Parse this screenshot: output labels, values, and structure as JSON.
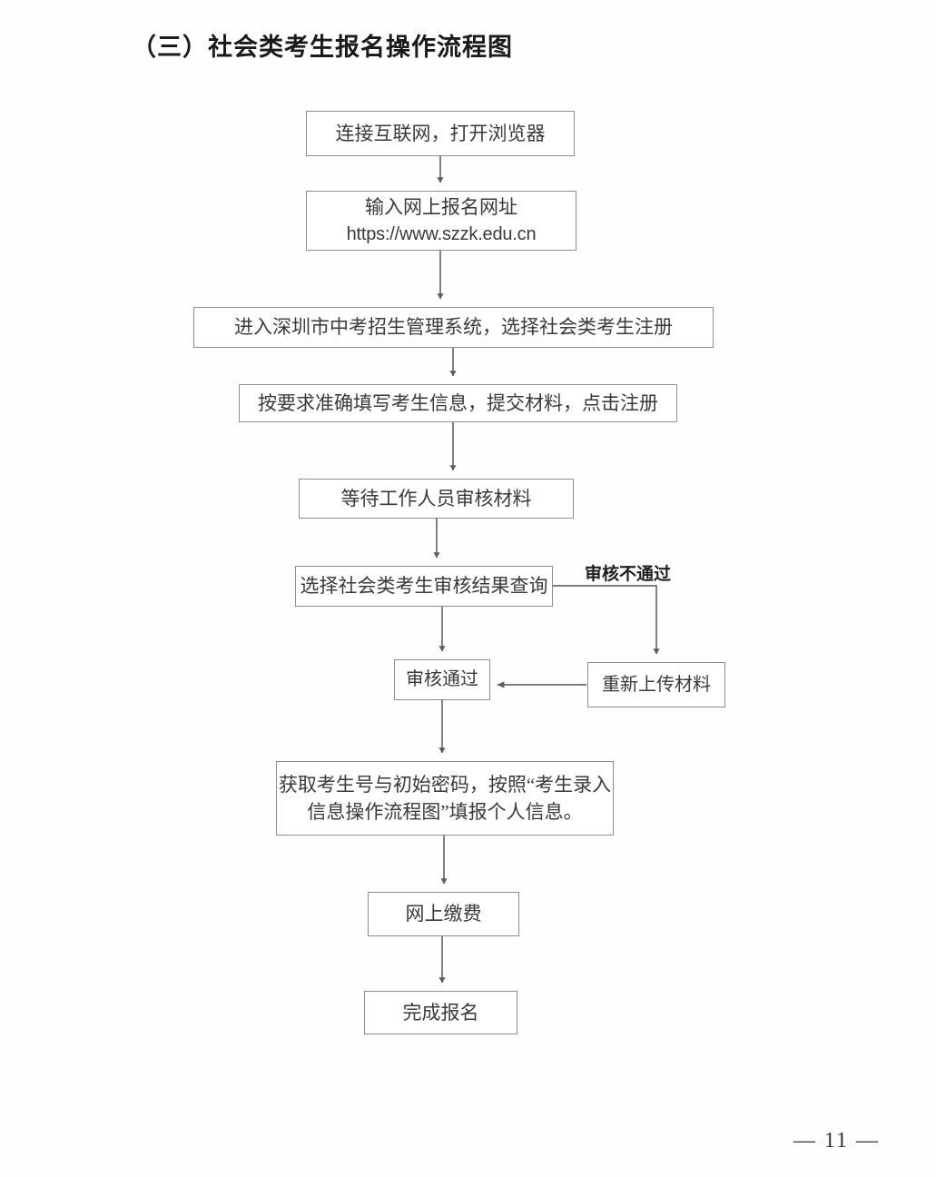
{
  "document": {
    "title": "（三）社会类考生报名操作流程图",
    "page_number": "— 11 —"
  },
  "style": {
    "box_border_color": "#8e8e8e",
    "connector_color": "#6b6b6b",
    "text_color": "#3a3a3a",
    "background": "#ffffff"
  },
  "chart_data": {
    "type": "diagram",
    "title": "（三）社会类考生报名操作流程图",
    "nodes": [
      {
        "id": "connect",
        "label": "连接互联网，打开浏览器"
      },
      {
        "id": "url",
        "label_line1": "输入网上报名网址",
        "label_line2": "https://www.szzk.edu.cn"
      },
      {
        "id": "system",
        "label": "进入深圳市中考招生管理系统，选择社会类考生注册"
      },
      {
        "id": "fillinfo",
        "label": "按要求准确填写考生信息，提交材料，点击注册"
      },
      {
        "id": "wait",
        "label": "等待工作人员审核材料"
      },
      {
        "id": "queryresult",
        "label": "选择社会类考生审核结果查询"
      },
      {
        "id": "passed",
        "label": "审核通过"
      },
      {
        "id": "reupload",
        "label": "重新上传材料"
      },
      {
        "id": "getaccount",
        "label_line1": "获取考生号与初始密码，按照“考生录入",
        "label_line2": "信息操作流程图”填报个人信息。"
      },
      {
        "id": "pay",
        "label": "网上缴费"
      },
      {
        "id": "done",
        "label": "完成报名"
      }
    ],
    "edges": [
      {
        "from": "connect",
        "to": "url",
        "label": ""
      },
      {
        "from": "url",
        "to": "system",
        "label": ""
      },
      {
        "from": "system",
        "to": "fillinfo",
        "label": ""
      },
      {
        "from": "fillinfo",
        "to": "wait",
        "label": ""
      },
      {
        "from": "wait",
        "to": "queryresult",
        "label": ""
      },
      {
        "from": "queryresult",
        "to": "passed",
        "label": ""
      },
      {
        "from": "queryresult",
        "to": "reupload",
        "label": "审核不通过"
      },
      {
        "from": "reupload",
        "to": "passed",
        "label": ""
      },
      {
        "from": "passed",
        "to": "getaccount",
        "label": ""
      },
      {
        "from": "getaccount",
        "to": "pay",
        "label": ""
      },
      {
        "from": "pay",
        "to": "done",
        "label": ""
      }
    ]
  }
}
